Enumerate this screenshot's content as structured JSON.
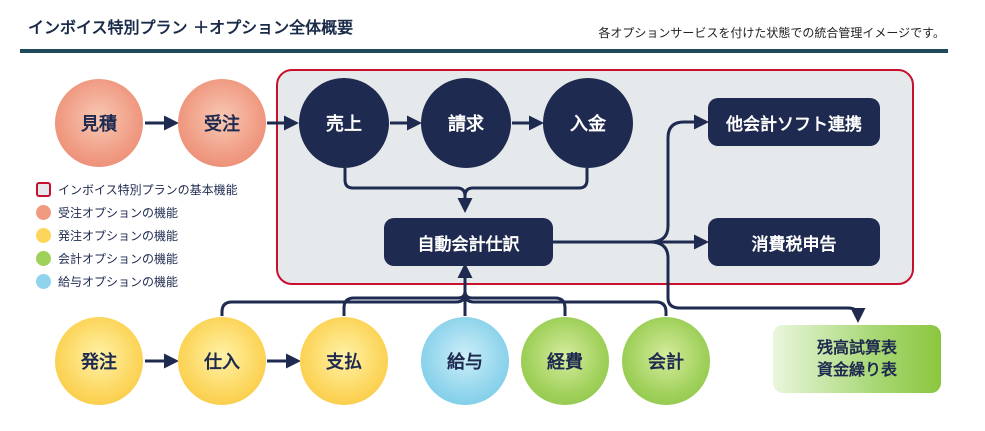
{
  "header": {
    "title": "インボイス特別プラン ＋オプション全体概要",
    "subtitle": "各オプションサービスを付けた状態での統合管理イメージです。"
  },
  "nodes": {
    "mitsumori": "見積",
    "juchu": "受注",
    "uriage": "売上",
    "seikyu": "請求",
    "nyukin": "入金",
    "jido_shiwake": "自動会計仕訳",
    "renkei": "他会計ソフト連携",
    "shohizei": "消費税申告",
    "hatchu": "発注",
    "shiire": "仕入",
    "shiharai": "支払",
    "kyuyo": "給与",
    "keihi": "経費",
    "kaikei": "会計",
    "result_line1": "残高試算表",
    "result_line2": "資金繰り表"
  },
  "legend": [
    {
      "label": "インボイス特別プランの基本機能",
      "color": "#c8102e"
    },
    {
      "label": "受注オプションの機能",
      "color": "#f09a82"
    },
    {
      "label": "発注オプションの機能",
      "color": "#fcd55a"
    },
    {
      "label": "会計オプションの機能",
      "color": "#9fd05a"
    },
    {
      "label": "給与オプションの機能",
      "color": "#8fd4ec"
    }
  ],
  "colors": {
    "navy": "#1e2a4f",
    "frame": "#c8102e",
    "rule": "#1f4a5a"
  }
}
